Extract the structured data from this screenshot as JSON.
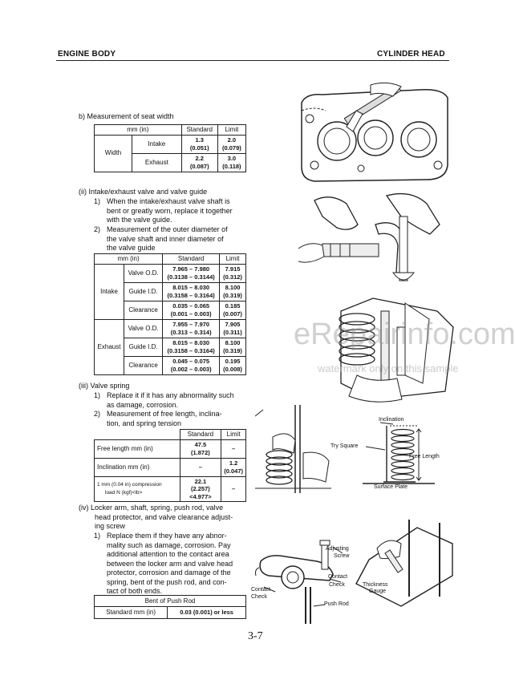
{
  "header": {
    "left": "ENGINE BODY",
    "right": "CYLINDER HEAD"
  },
  "sec_b": {
    "heading": "b)   Measurement of seat width",
    "table": {
      "h_unit": "mm (in)",
      "h_std": "Standard",
      "h_lim": "Limit",
      "row_group": "Width",
      "intake": "Intake",
      "intake_std": "1.3",
      "intake_std_in": "(0.051)",
      "intake_lim": "2.0",
      "intake_lim_in": "(0.079)",
      "exhaust": "Exhaust",
      "exhaust_std": "2.2",
      "exhaust_std_in": "(0.087)",
      "exhaust_lim": "3.0",
      "exhaust_lim_in": "(0.118)"
    }
  },
  "sec_ii": {
    "heading": "(ii)  Intake/exhaust valve and valve guide",
    "item1": [
      "1)",
      "When the intake/exhaust valve shaft is",
      "bent or greatly worn, replace it together",
      "with the valve guide."
    ],
    "item2": [
      "2)",
      "Measurement of the outer diameter of",
      "the valve shaft and inner diameter of",
      "the valve guide"
    ],
    "table": {
      "h_unit": "mm (in)",
      "h_std": "Standard",
      "h_lim": "Limit",
      "g1": "Intake",
      "g2": "Exhaust",
      "rows": [
        {
          "name": "Valve O.D.",
          "std": "7.965 – 7.980",
          "std_in": "(0.3138 – 0.3144)",
          "lim": "7.915",
          "lim_in": "(0.312)"
        },
        {
          "name": "Guide I.D.",
          "std": "8.015 – 8.030",
          "std_in": "(0.3158 – 0.3164)",
          "lim": "8.100",
          "lim_in": "(0.319)"
        },
        {
          "name": "Clearance",
          "std": "0.035 – 0.065",
          "std_in": "(0.001 – 0.003)",
          "lim": "0.185",
          "lim_in": "(0.007)"
        },
        {
          "name": "Valve O.D.",
          "std": "7.955 – 7.970",
          "std_in": "(0.313 – 0.314)",
          "lim": "7.905",
          "lim_in": "(0.311)"
        },
        {
          "name": "Guide I.D.",
          "std": "8.015 – 8.030",
          "std_in": "(0.3158 – 0.3164)",
          "lim": "8.100",
          "lim_in": "(0.319)"
        },
        {
          "name": "Clearance",
          "std": "0.045 – 0.075",
          "std_in": "(0.002 – 0.003)",
          "lim": "0.195",
          "lim_in": "(0.008)"
        }
      ]
    }
  },
  "sec_iii": {
    "heading": "(iii) Valve spring",
    "item1": [
      "1)",
      "Replace it if it has any abnormality such",
      "as damage, corrosion."
    ],
    "item2": [
      "2)",
      "Measurement of free length, inclina-",
      "tion, and spring tension"
    ],
    "table": {
      "h_std": "Standard",
      "h_lim": "Limit",
      "r1": "Free length mm (in)",
      "r1_std": "47.5",
      "r1_std_in": "(1.872)",
      "r1_lim": "–",
      "r2": "Inclination mm (in)",
      "r2_std": "–",
      "r2_lim": "1.2",
      "r2_lim_in": "(0.047)",
      "r3a": "1 mm (0.04 in) compression",
      "r3b": "load N (kgf)<lb>",
      "r3_std": "22.1",
      "r3_std_in": "(2.257)<4.977>",
      "r3_lim": "–"
    }
  },
  "sec_iv": {
    "lines": [
      "(iv) Locker arm, shaft, spring, push rod, valve",
      "head protector, and valve clearance adjust-",
      "ing screw"
    ],
    "item1": [
      "1)",
      "Replace them if they have any abnor-",
      "mality such as damage, corrosion. Pay",
      "additional attention to the contact area",
      "between the locker arm and valve head",
      "protector, corrosion and damage of the",
      "spring, bent of the push rod, and con-",
      "tact of both ends."
    ],
    "table": {
      "h": "Bent of Push Rod",
      "r": "Standard mm (in)",
      "v": "0.03 (0.001) or less"
    }
  },
  "figures": {
    "spring": {
      "inclination": "Inclination",
      "try_square": "Try Square",
      "free_length": "Free Length",
      "surface_plate": "Surface Plate"
    },
    "rocker": {
      "adjusting": "Adjusting",
      "screw": "Screw",
      "contact": "Contact",
      "check": "Check",
      "contact2": "Contact",
      "check2": "Check",
      "push_rod": "Push Rod",
      "thickness": "Thickness",
      "gauge": "Gauge"
    }
  },
  "watermark": {
    "big": "eRepairinfo.com",
    "small": "watermark only on this sample"
  },
  "page_number": "3-7"
}
